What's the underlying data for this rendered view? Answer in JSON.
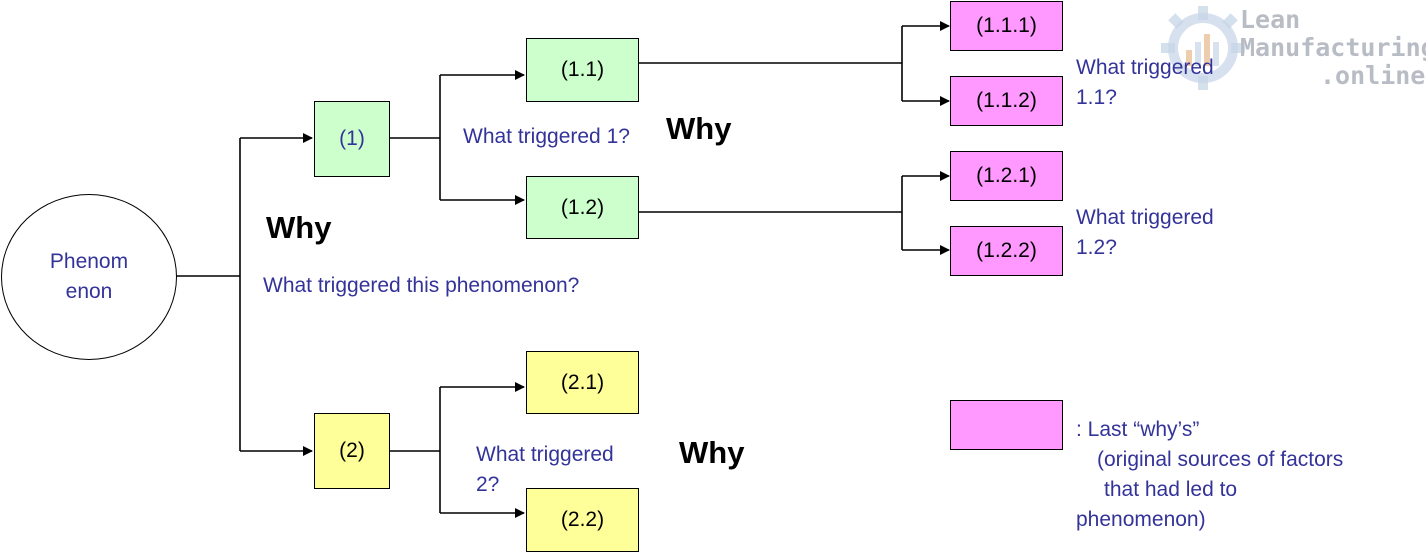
{
  "root": {
    "label_line1": "Phenom",
    "label_line2": "enon"
  },
  "nodes": {
    "n1": "(1)",
    "n2": "(2)",
    "n11": "(1.1)",
    "n12": "(1.2)",
    "n21": "(2.1)",
    "n22": "(2.2)",
    "n111": "(1.1.1)",
    "n112": "(1.1.2)",
    "n121": "(1.2.1)",
    "n122": "(1.2.2)"
  },
  "why_labels": {
    "w1": "Why",
    "w2": "Why",
    "w3": "Why"
  },
  "questions": {
    "q_root": "What triggered this phenomenon?",
    "q1": "What triggered 1?",
    "q2_line1": "What triggered",
    "q2_line2": "2?",
    "q11_line1": "What triggered",
    "q11_line2": "1.1?",
    "q12_line1": "What triggered",
    "q12_line2": "1.2?"
  },
  "legend": {
    "line1": ": Last “why’s”",
    "line2": "(original sources of factors",
    "line3": "that had led to",
    "line4": "phenomenon)"
  },
  "logo": {
    "line1": "Lean",
    "line2": "Manufacturing",
    "line3": ".online"
  },
  "colors": {
    "level1_fill": "#ccffcc",
    "level2_fill": "#ffff99",
    "last_why_fill": "#ff99ff",
    "question_text": "#333399"
  }
}
